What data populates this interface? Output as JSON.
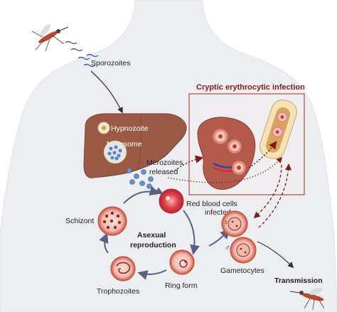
{
  "labels": {
    "sporozoites": "Sporozoites",
    "hypnozoite": "Hypnozoite",
    "merosome": "Merosome",
    "merozoites": "Merozoites",
    "released": "released",
    "cryptic_title": "Cryptic erythrocytic infection",
    "rbc_line1": "Red blood cells",
    "rbc_line2": "infected",
    "schizont": "Schizont",
    "asexual_line1": "Asexual",
    "asexual_line2": "reproduction",
    "trophozoites": "Trophozoites",
    "ring_form": "Ring form",
    "gametocytes": "Gametocytes",
    "transmission": "Transmission",
    "female_symbol": "♀",
    "male_symbol": "♂"
  },
  "colors": {
    "body_fill": "#eceef1",
    "liver": "#9a5a46",
    "spleen": "#b35a4c",
    "rbc": "#e2434b",
    "parasite_red": "#c43a3a",
    "cycle_arrow": "#5b5f86",
    "cryptic_box": "#b24a4a",
    "dotted_arrow": "#7a1a1a",
    "merozoite_blue": "#6b8fc7"
  }
}
